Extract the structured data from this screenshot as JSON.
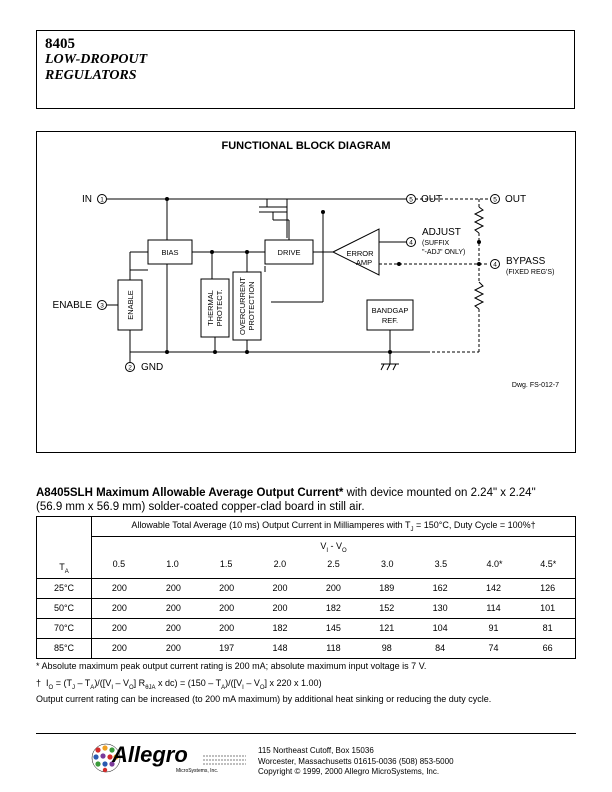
{
  "header": {
    "part_number": "8405",
    "title_line1": "LOW-DROPOUT",
    "title_line2": "REGULATORS"
  },
  "diagram": {
    "title": "FUNCTIONAL BLOCK DIAGRAM",
    "pins": {
      "in": {
        "num": "1",
        "label": "IN"
      },
      "enable": {
        "num": "3",
        "label": "ENABLE"
      },
      "gnd": {
        "num": "2",
        "label": "GND"
      },
      "out1": {
        "num": "5",
        "label": "OUT"
      },
      "out2": {
        "num": "5",
        "label": "OUT"
      },
      "adjust": {
        "num": "4",
        "label": "ADJUST",
        "sub1": "(SUFFIX",
        "sub2": "\"-ADJ\" ONLY)"
      },
      "bypass": {
        "num": "4",
        "label": "BYPASS",
        "sub1": "(FIXED REG'S)"
      }
    },
    "blocks": {
      "bias": "BIAS",
      "drive": "DRIVE",
      "enable": "ENABLE",
      "thermal1": "THERMAL",
      "thermal2": "PROTECT.",
      "overcurrent1": "OVERCURRENT",
      "overcurrent2": "PROTECTION",
      "error1": "ERROR",
      "error2": "AMP",
      "bandgap1": "BANDGAP",
      "bandgap2": "REF."
    },
    "dwg_number": "Dwg. FS-012-7"
  },
  "table": {
    "title_bold": "A8405SLH Maximum Allowable Average Output Current*",
    "title_rest": " with device mounted on 2.24\" x 2.24\"",
    "title_line2": "(56.9 mm x 56.9 mm) solder-coated copper-clad board in still air.",
    "caption": "Allowable Total Average (10 ms) Output Current in Milliamperes with T",
    "caption_sub": "J",
    "caption_rest": " = 150°C, Duty Cycle = 100%†",
    "vi_label": "V",
    "vi_sub1": "I",
    "vi_mid": " - V",
    "vi_sub2": "O",
    "ta_label": "T",
    "ta_sub": "A",
    "columns": [
      "0.5",
      "1.0",
      "1.5",
      "2.0",
      "2.5",
      "3.0",
      "3.5",
      "4.0*",
      "4.5*"
    ],
    "rows": [
      {
        "temp": "25°C",
        "values": [
          "200",
          "200",
          "200",
          "200",
          "200",
          "189",
          "162",
          "142",
          "126"
        ]
      },
      {
        "temp": "50°C",
        "values": [
          "200",
          "200",
          "200",
          "200",
          "182",
          "152",
          "130",
          "114",
          "101"
        ]
      },
      {
        "temp": "70°C",
        "values": [
          "200",
          "200",
          "200",
          "182",
          "145",
          "121",
          "104",
          "91",
          "81"
        ]
      },
      {
        "temp": "85°C",
        "values": [
          "200",
          "200",
          "197",
          "148",
          "118",
          "98",
          "84",
          "74",
          "66"
        ]
      }
    ]
  },
  "notes": {
    "note1": "*  Absolute maximum peak output current rating is 200 mA; absolute maximum input voltage is 7 V.",
    "note2": "†  I_O = (T_J – T_A)/([V_I – V_O] R_θJA x dc) = (150 – T_A)/([V_I – V_O] x 220 x 1.00)",
    "note3": "Output current rating can be increased (to 200 mA maximum) by additional heat sinking or reducing the duty cycle."
  },
  "footer": {
    "logo_text": "Allegro",
    "logo_sub": "MicroSystems, Inc.",
    "addr1": "115 Northeast Cutoff, Box 15036",
    "addr2": "Worcester, Massachusetts 01615-0036  (508) 853-5000",
    "addr3": "Copyright © 1999, 2000 Allegro MicroSystems, Inc."
  }
}
